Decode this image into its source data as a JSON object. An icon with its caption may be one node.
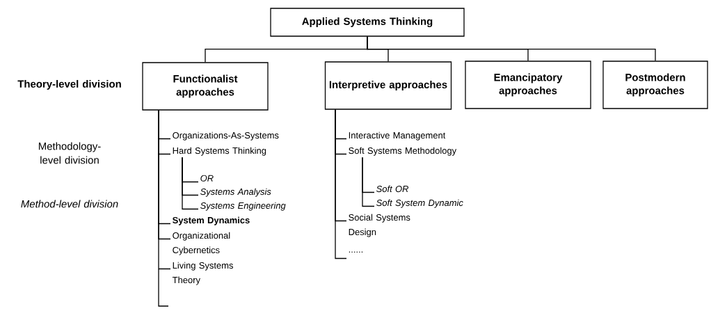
{
  "diagram": {
    "nodes": [
      {
        "text": [
          "Applied Systems Thinking"
        ]
      },
      {
        "text": [
          "Functionalist approaches"
        ]
      },
      {
        "text": [
          "Interpretive approaches"
        ]
      },
      {
        "text": [
          "Emancipatory approaches"
        ]
      },
      {
        "text": [
          "Postmodern approaches"
        ]
      },
      {
        "text": [
          "Organizations-As-Systems"
        ]
      },
      {
        "text": [
          "Hard Systems Thinking"
        ]
      },
      {
        "text": [
          "OR"
        ]
      },
      {
        "text": [
          "Systems Analysis"
        ]
      },
      {
        "text": [
          "Systems Engineering"
        ]
      },
      {
        "text": [
          "System Dynamics"
        ]
      },
      {
        "text": [
          "Organizational Cybernetics"
        ]
      },
      {
        "text": [
          "Living Systems Theory"
        ]
      },
      {
        "text": [
          "Interactive Management"
        ]
      },
      {
        "text": [
          "Soft Systems Methodology"
        ]
      },
      {
        "text": [
          "Soft OR"
        ]
      },
      {
        "text": [
          "Soft System Dynamic"
        ]
      },
      {
        "text": [
          "Social Systems Design"
        ]
      },
      {
        "text": [
          "......"
        ]
      }
    ],
    "edges": [
      {
        "from": 0,
        "to": 1,
        "arrow": "none"
      },
      {
        "from": 0,
        "to": 2,
        "arrow": "none"
      },
      {
        "from": 0,
        "to": 3,
        "arrow": "none"
      },
      {
        "from": 0,
        "to": 4,
        "arrow": "none"
      },
      {
        "from": 1,
        "to": 5,
        "arrow": "none"
      },
      {
        "from": 1,
        "to": 6,
        "arrow": "none"
      },
      {
        "from": 6,
        "to": 7,
        "arrow": "none"
      },
      {
        "from": 6,
        "to": 8,
        "arrow": "none"
      },
      {
        "from": 6,
        "to": 9,
        "arrow": "none"
      },
      {
        "from": 1,
        "to": 10,
        "arrow": "none"
      },
      {
        "from": 1,
        "to": 11,
        "arrow": "none"
      },
      {
        "from": 1,
        "to": 12,
        "arrow": "none"
      },
      {
        "from": 2,
        "to": 13,
        "arrow": "none"
      },
      {
        "from": 2,
        "to": 14,
        "arrow": "none"
      },
      {
        "from": 14,
        "to": 15,
        "arrow": "none"
      },
      {
        "from": 14,
        "to": 16,
        "arrow": "none"
      },
      {
        "from": 2,
        "to": 17,
        "arrow": "none"
      },
      {
        "from": 2,
        "to": 18,
        "arrow": "none"
      }
    ],
    "labels": [
      "Theory-level division",
      "Methodology-level division",
      "Method-level division"
    ]
  }
}
